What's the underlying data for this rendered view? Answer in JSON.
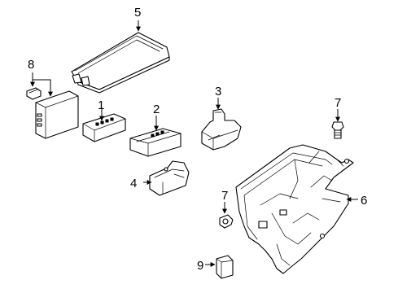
{
  "callouts": [
    {
      "id": "1",
      "label": "1"
    },
    {
      "id": "2",
      "label": "2"
    },
    {
      "id": "3",
      "label": "3"
    },
    {
      "id": "4",
      "label": "4"
    },
    {
      "id": "5",
      "label": "5"
    },
    {
      "id": "6",
      "label": "6"
    },
    {
      "id": "7a",
      "label": "7"
    },
    {
      "id": "7b",
      "label": "7"
    },
    {
      "id": "8",
      "label": "8"
    },
    {
      "id": "9",
      "label": "9"
    }
  ]
}
